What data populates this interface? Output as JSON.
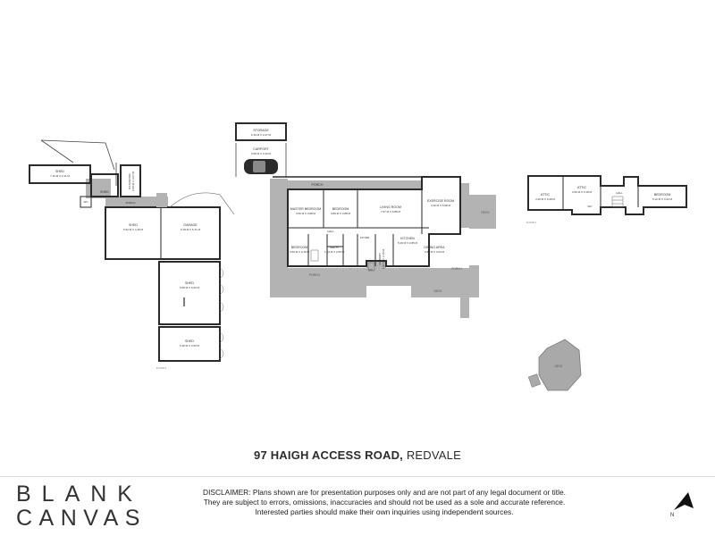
{
  "address": {
    "street": "97 HAIGH ACCESS ROAD,",
    "suburb": "REDVALE"
  },
  "logo": {
    "line1": "BLANK",
    "line2": "CANVAS"
  },
  "disclaimer": [
    "DISCLAIMER: Plans shown are for presentation purposes only and are not part of any legal document or title.",
    "They are subject to errors, omissions, inaccuracies and should not be used as a sole and accurate reference.",
    "Interested parties should make their own inquiries using independent sources."
  ],
  "north_label": "N",
  "colors": {
    "wall": "#2a2a2a",
    "outdoor": "#b3b3b3",
    "text": "#333333"
  },
  "rooms": {
    "shed_a": {
      "name": "SHED",
      "size": "7.16 M X 2.11 M"
    },
    "shed_small": {
      "name": "SHED"
    },
    "wc_a": {
      "name": "WC"
    },
    "bathroom_a": {
      "name": "BATHROOM",
      "size": "2.00 M X 3.07 M"
    },
    "porch_a": {
      "name": "PORCH"
    },
    "shed_b": {
      "name": "SHED",
      "size": "5.92 M X 4.45 M"
    },
    "garage": {
      "name": "GARAGE",
      "size": "6.18 M X 5.71 M"
    },
    "shed_c": {
      "name": "SHED",
      "size": "6.68 M X 6.02 M"
    },
    "shed_d": {
      "name": "SHED",
      "size": "6.48 M X 3.60 M"
    },
    "storage": {
      "name": "STORAGE",
      "size": "6.19 M X 2.27 M"
    },
    "carport": {
      "name": "CARPORT",
      "size": "6.58 M X 3.40 M"
    },
    "porch_top": {
      "name": "PORCH"
    },
    "master_bedroom": {
      "name": "MASTER BEDROOM",
      "size": "3.56 M X 3.88 M"
    },
    "bedroom_a": {
      "name": "BEDROOM",
      "size": "3.89 M X 3.88 M"
    },
    "living_room": {
      "name": "LIVING ROOM",
      "size": "7.57 M X 5.88 M"
    },
    "exercise_room": {
      "name": "EXERCISE ROOM",
      "size": "4.32 M X 5.98 M"
    },
    "deck_right": {
      "name": "DECK"
    },
    "hall_a": {
      "name": "HALL"
    },
    "foyer": {
      "name": "FOYER"
    },
    "bedroom_b": {
      "name": "BEDROOM",
      "size": "3.60 M X 3.45 M"
    },
    "bath": {
      "name": "BATH",
      "size": "1.64 M X 2.55 M"
    },
    "wc_b": {
      "name": "WC"
    },
    "laundry": {
      "name": "LAUNDRY",
      "size": "1.97 M X 3.15 M"
    },
    "kitchen": {
      "name": "KITCHEN",
      "size": "5.29 M X 3.85 M"
    },
    "dining_area": {
      "name": "DINING AREA",
      "size": "2.86 M X 3.64 M"
    },
    "porch_left": {
      "name": "PORCH"
    },
    "porch_right": {
      "name": "PORCH"
    },
    "patio": {
      "name": "PATIO"
    },
    "attic_a": {
      "name": "ATTIC",
      "size": "4.46 M X 3.28 M"
    },
    "attic_b": {
      "name": "ATTIC",
      "size": "3.50 M X 3.18 M"
    },
    "hall_b": {
      "name": "HALL"
    },
    "wc_c": {
      "name": "WC"
    },
    "bedroom_c": {
      "name": "BEDROOM",
      "size": "5.12 M X 4.02 M"
    },
    "deck": {
      "name": "DECK"
    }
  },
  "floor_labels": {
    "left": "FLOOR 2",
    "right": "FLOOR 2"
  }
}
